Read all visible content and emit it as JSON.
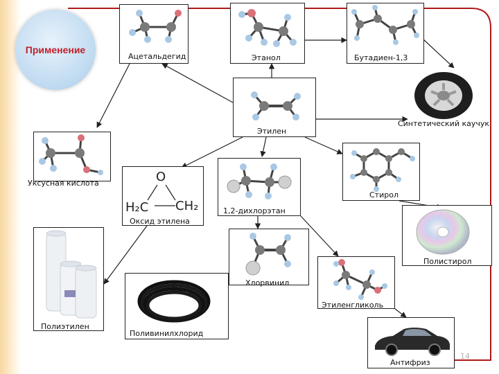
{
  "header": {
    "title": "Применение"
  },
  "nodes": {
    "acetaldehyde": "Ацетальдегид",
    "ethanol": "Этанол",
    "butadiene": "Бутадиен-1,3",
    "ethylene": "Этилен",
    "rubber": "Синтетический каучук",
    "acetic_acid": "Уксусная кислота",
    "ethylene_oxide": "Оксид этилена",
    "dichloroethane": "1,2-дихлорэтан",
    "styrene": "Стирол",
    "polystyrene": "Полистирол",
    "polyethylene": "Полиэтилен",
    "vinyl_chloride": "Хлорвинил",
    "ethylene_glycol": "Этиленгликоль",
    "pvc": "Поливинилхлорид",
    "antifreeze": "Антифриз"
  },
  "formula": {
    "o": "O",
    "left": "H₂C",
    "right": "CH₂"
  },
  "page_number": "14",
  "colors": {
    "frame": "#b01818",
    "arrow": "#222222",
    "carbon": "#7a7a7a",
    "hydrogen": "#a9c8e4",
    "oxygen": "#d9707a",
    "chlorine": "#d0d0d0"
  }
}
